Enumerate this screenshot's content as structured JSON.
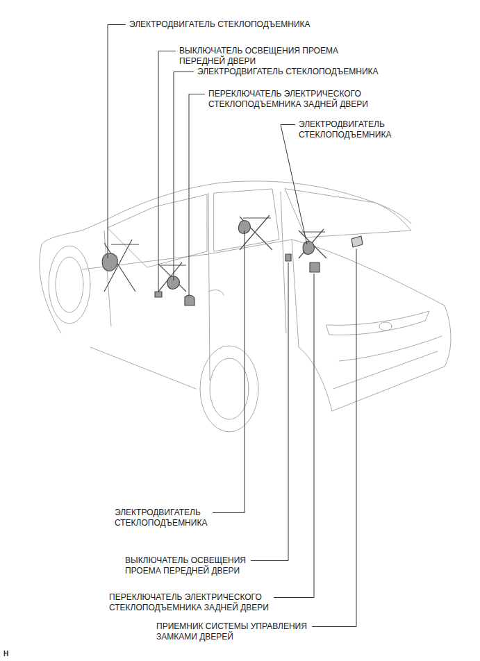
{
  "diagram": {
    "labels": [
      "ЭЛЕКТРОДВИГАТЕЛЬ СТЕКЛОПОДЪЕМНИКА",
      "ВЫКЛЮЧАТЕЛЬ ОСВЕЩЕНИЯ ПРОЕМА ПЕРЕДНЕЙ ДВЕРИ",
      "ЭЛЕКТРОДВИГАТЕЛЬ СТЕКЛОПОДЪЕМНИКА",
      "ПЕРЕКЛЮЧАТЕЛЬ ЭЛЕКТРИЧЕСКОГО СТЕКЛОПОДЪЕМНИКА ЗАДНЕЙ ДВЕРИ",
      "ЭЛЕКТРОДВИГАТЕЛЬ СТЕКЛОПОДЪЕМНИКА",
      "ЭЛЕКТРОДВИГАТЕЛЬ СТЕКЛОПОДЪЕМНИКА",
      "ВЫКЛЮЧАТЕЛЬ ОСВЕЩЕНИЯ ПРОЕМА ПЕРЕДНЕЙ ДВЕРИ",
      "ПЕРЕКЛЮЧАТЕЛЬ ЭЛЕКТРИЧЕСКОГО СТЕКЛОПОДЪЕМНИКА ЗАДНЕЙ ДВЕРИ",
      "ПРИЕМНИК СИСТЕМЫ УПРАВЛЕНИЯ ЗАМКАМИ ДВЕРЕЙ",
      "H"
    ]
  }
}
